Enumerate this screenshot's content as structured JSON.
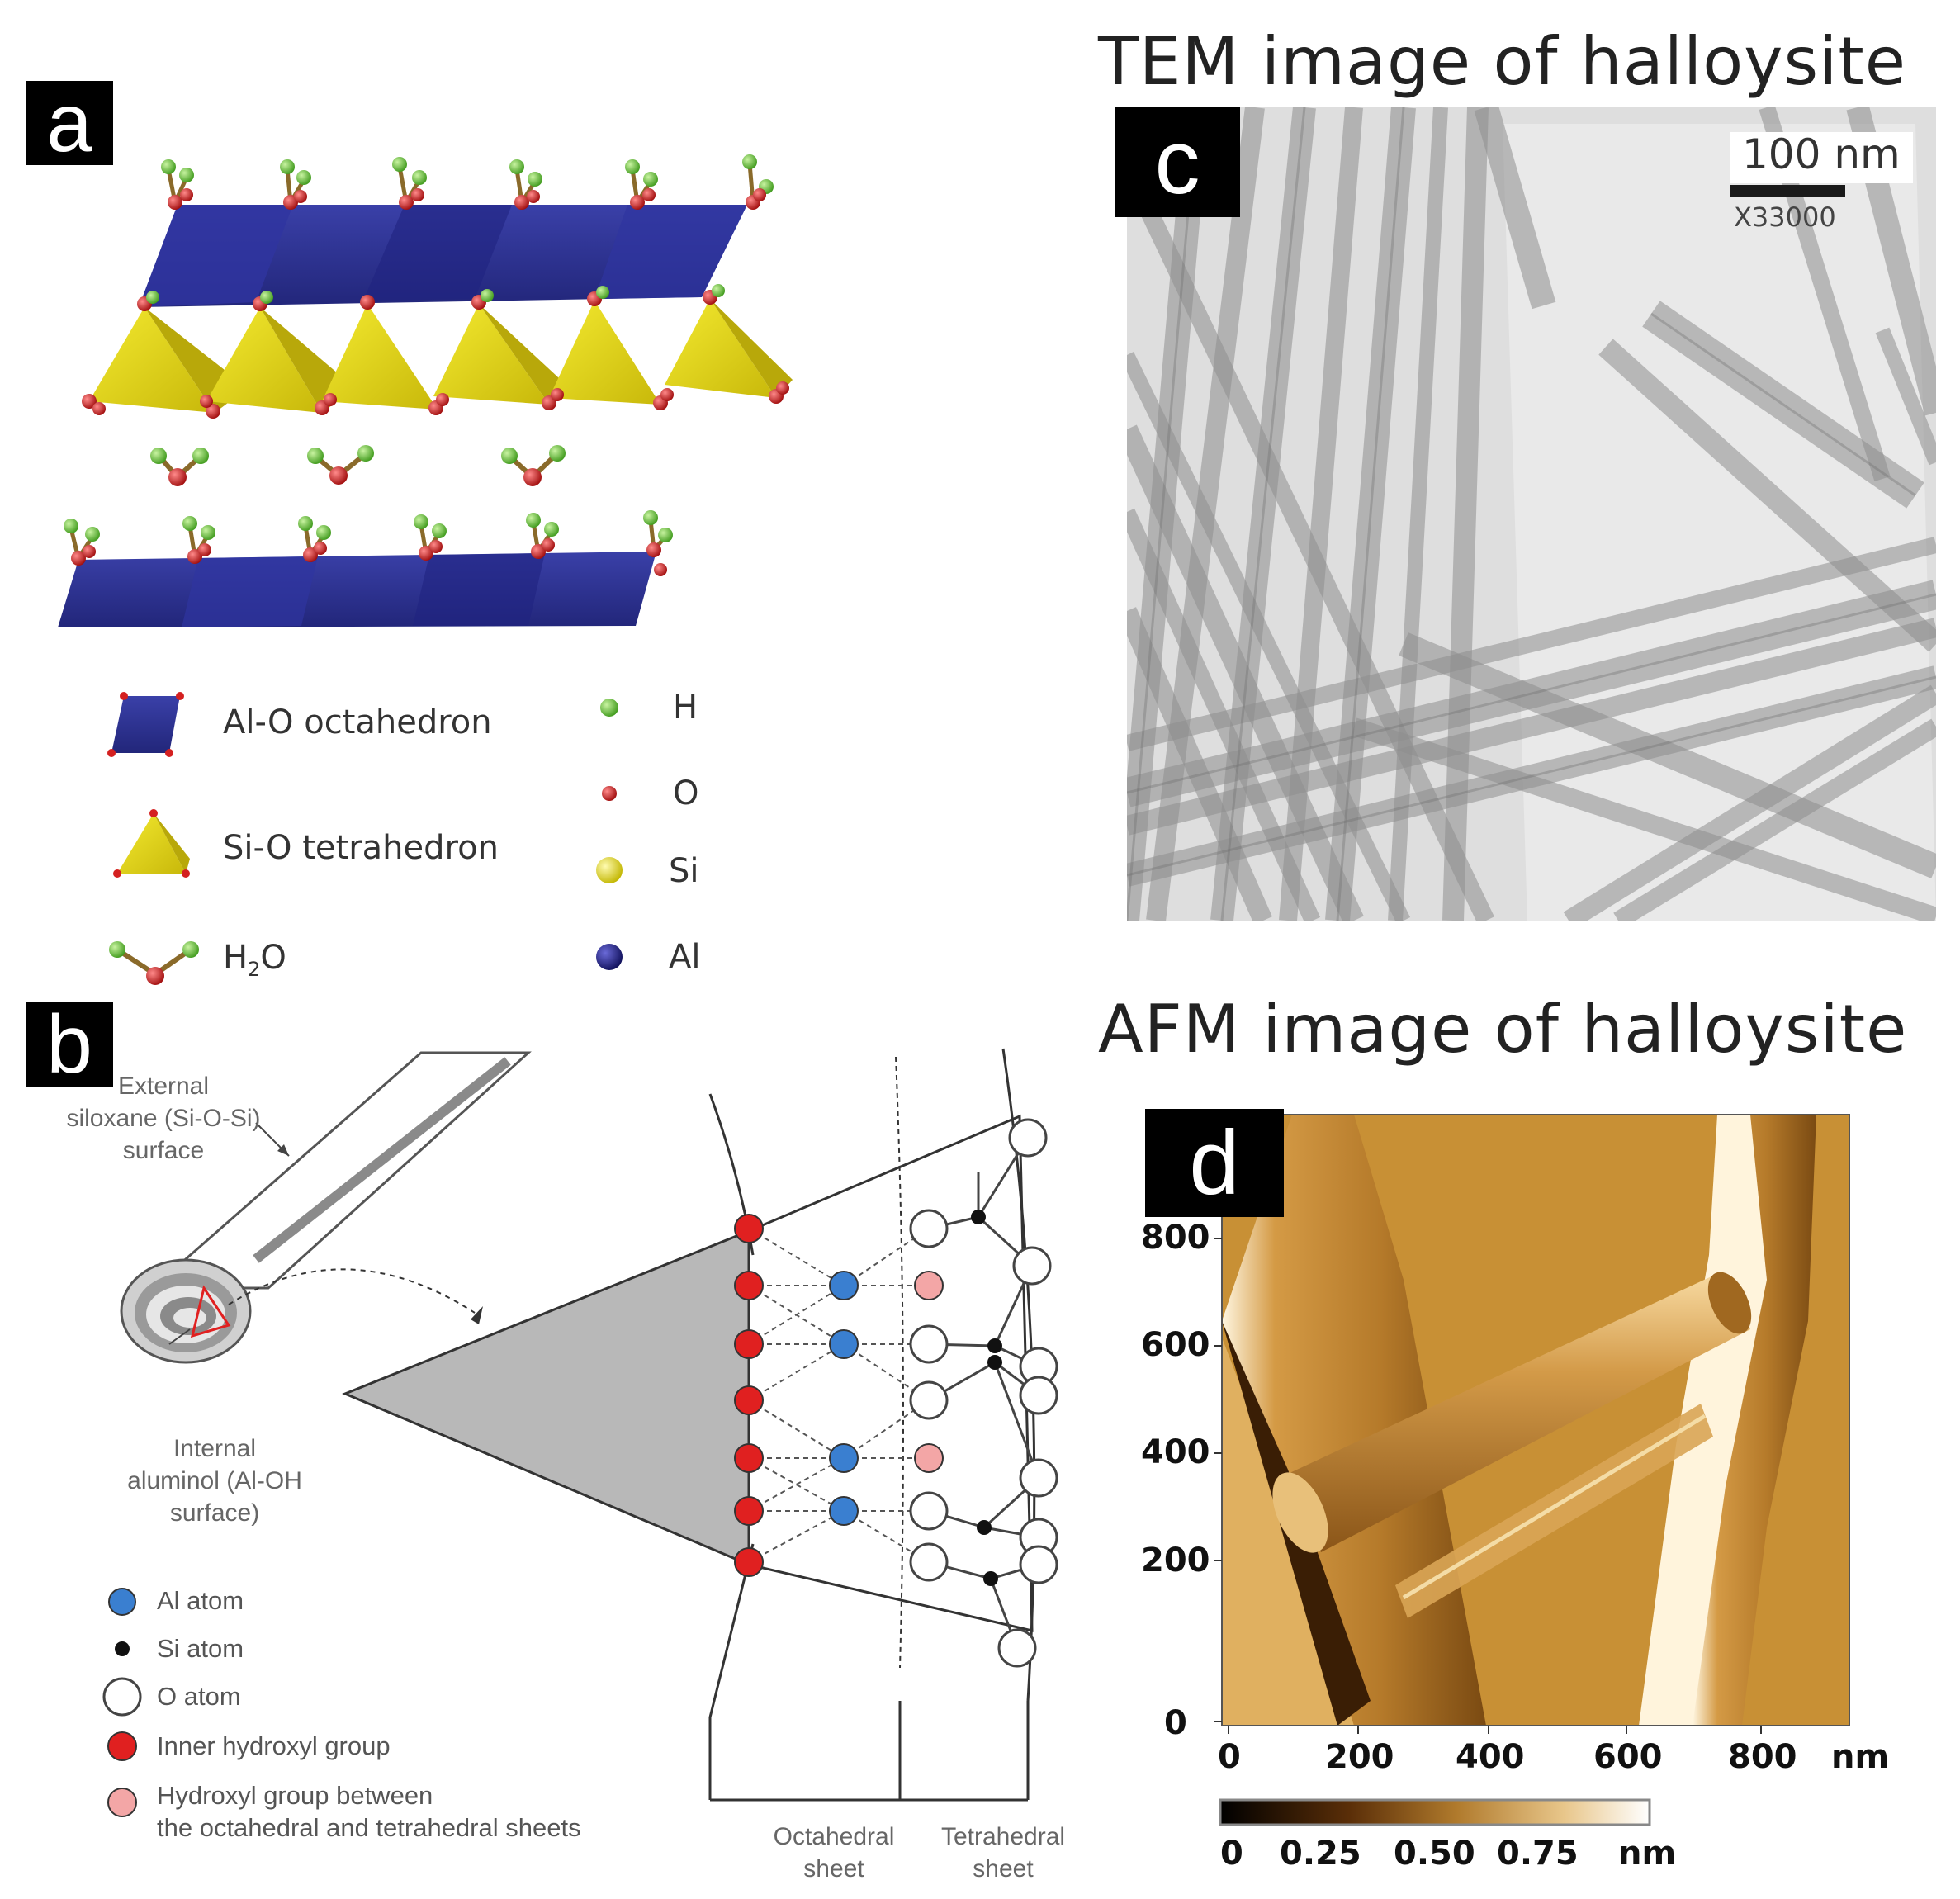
{
  "panel_a": {
    "label": "a",
    "legend": {
      "al_o_octahedron": "Al-O octahedron",
      "si_o_tetrahedron": "Si-O tetrahedron",
      "h2o_prefix": "H",
      "h2o_sub": "2",
      "h2o_suffix": "O",
      "h": "H",
      "o": "O",
      "si": "Si",
      "al": "Al"
    },
    "colors": {
      "octahedron": "#2b2f8f",
      "tetrahedron": "#e6da1a",
      "hydrogen": "#6ec83a",
      "oxygen": "#d42020",
      "silicon": "#e8e010",
      "aluminum": "#1a1a7a"
    }
  },
  "panel_b": {
    "label": "b",
    "external_label": "External\nsiloxane (Si-O-Si)\nsurface",
    "internal_label": "Internal\naluminol (Al-OH\nsurface)",
    "legend": {
      "al_atom": "Al atom",
      "si_atom": "Si atom",
      "o_atom": "O atom",
      "inner_hydroxyl": "Inner hydroxyl group",
      "hydroxyl_between": "Hydroxyl group between\nthe octahedral and tetrahedral sheets"
    },
    "octahedral_sheet": "Octahedral\nsheet",
    "tetrahedral_sheet": "Tetrahedral\nsheet",
    "colors": {
      "al": "#3a7fd0",
      "si": "#111111",
      "inner_hydroxyl": "#e02020",
      "between_hydroxyl": "#f3a6a6"
    }
  },
  "panel_c": {
    "title": "TEM image of halloysite",
    "label": "c",
    "scale_bar": "100 nm",
    "magnification": "X33000"
  },
  "panel_d": {
    "title": "AFM image of halloysite",
    "label": "d",
    "y_ticks": [
      "800",
      "600",
      "400",
      "200",
      "0"
    ],
    "x_ticks": [
      "0",
      "200",
      "400",
      "600",
      "800"
    ],
    "x_unit": "nm",
    "colorbar_ticks": [
      "0",
      "0.25",
      "0.50",
      "0.75"
    ],
    "colorbar_unit": "nm",
    "colors": {
      "background": "#c68a2e",
      "dark": "#3a1e05",
      "light": "#fff4dc"
    }
  }
}
